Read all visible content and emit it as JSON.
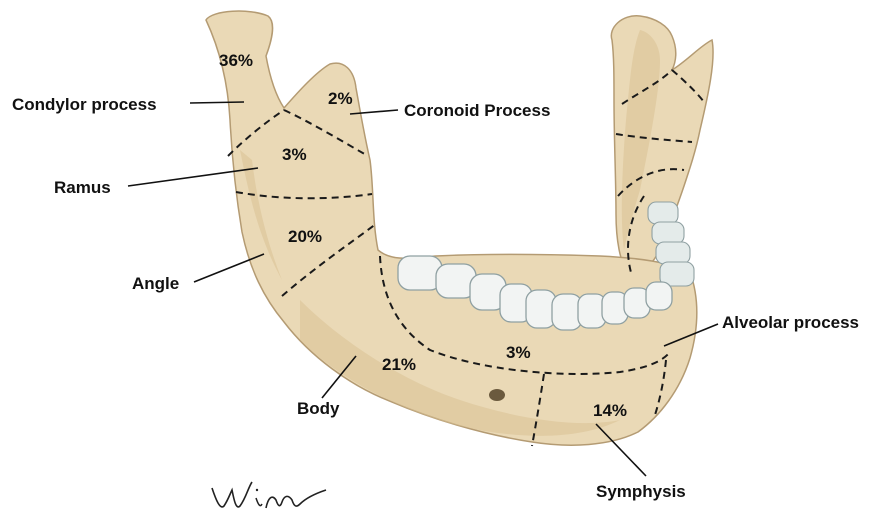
{
  "labels": {
    "condylar": "Condylor process",
    "coronoid": "Coronoid Process",
    "ramus": "Ramus",
    "angle": "Angle",
    "alveolar": "Alveolar process",
    "body": "Body",
    "symphysis": "Symphysis"
  },
  "percentages": {
    "condylar": "36%",
    "coronoid": "2%",
    "ramus": "3%",
    "angle": "20%",
    "body": "21%",
    "alveolar": "3%",
    "symphysis": "14%"
  },
  "signature": "Winn",
  "colors": {
    "bone": "#ead9b6",
    "bone_outline": "#b49b73",
    "teeth": "#f2f4f3",
    "text": "#111111"
  }
}
